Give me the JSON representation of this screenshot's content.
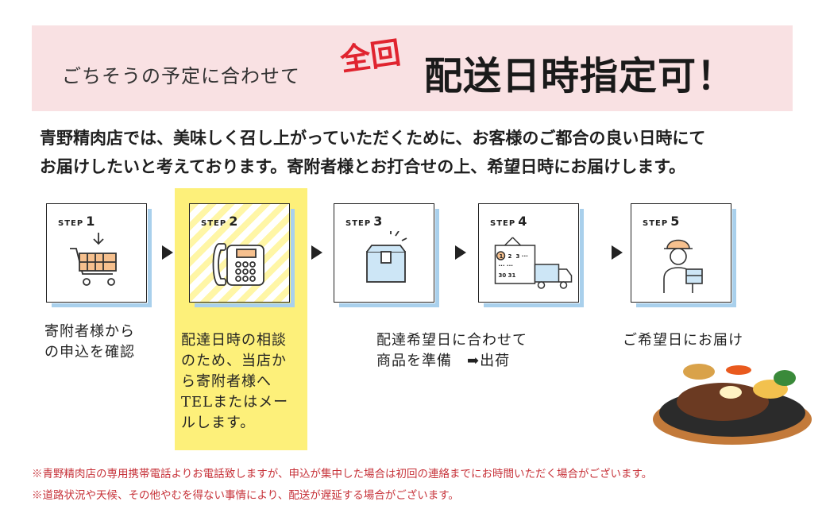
{
  "banner": {
    "lead": "ごちそうの予定に合わせて",
    "badge": "全回",
    "main": "配送日時指定可！"
  },
  "intro": {
    "line1": "青野精肉店では、美味しく召し上がっていただくために、お客様のご都合の良い日時にて",
    "line2": "お届けしたいと考えております。寄附者様とお打合せの上、希望日時にお届けします。"
  },
  "steps": [
    {
      "label": "STEP",
      "number": "1",
      "icon": "shopping-cart-icon",
      "desc": "寄附者様から\nの申込を確認"
    },
    {
      "label": "STEP",
      "number": "2",
      "icon": "telephone-icon",
      "desc": "配達日時の相談\nのため、当店か\nら寄附者様へ\nTELまたはメー\nルします。"
    },
    {
      "label": "STEP",
      "number": "3",
      "icon": "package-box-icon",
      "desc": "配達希望日に合わせて\n商品を準備　➡出荷"
    },
    {
      "label": "STEP",
      "number": "4",
      "icon": "calendar-truck-icon",
      "desc": ""
    },
    {
      "label": "STEP",
      "number": "5",
      "icon": "delivery-person-icon",
      "desc": "ご希望日にお届け"
    }
  ],
  "calendar": {
    "d1": "1",
    "d2": "2",
    "d3": "3 ···",
    "dots": "··· ···",
    "d30": "30 31"
  },
  "notes": [
    "※青野精肉店の専用携帯電話よりお電話致しますが、申込が集中した場合は初回の連絡までにお時間いただく場合がございます。",
    "※道路状況や天候、その他やむを得ない事情により、配送が遅延する場合がございます。"
  ],
  "colors": {
    "banner_bg": "#f9e1e3",
    "badge": "#e0242f",
    "highlight": "#fdf07a",
    "card_shadow": "#a9d0ec",
    "note": "#c7333a"
  }
}
